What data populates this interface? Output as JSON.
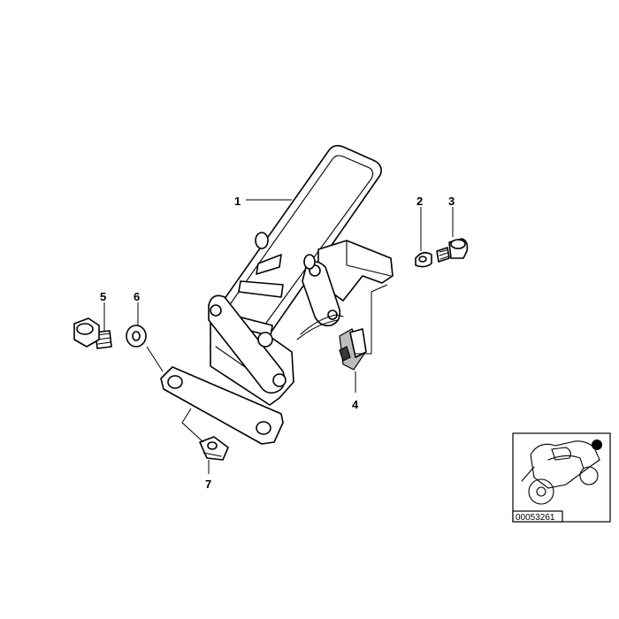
{
  "callouts": [
    {
      "id": "1",
      "label": "1"
    },
    {
      "id": "2",
      "label": "2"
    },
    {
      "id": "3",
      "label": "3"
    },
    {
      "id": "4",
      "label": "4"
    },
    {
      "id": "5",
      "label": "5"
    },
    {
      "id": "6",
      "label": "6"
    },
    {
      "id": "7",
      "label": "7"
    }
  ],
  "inset": {
    "reference_number": "00053261",
    "marker_color": "#000000"
  },
  "colors": {
    "line": "#000000",
    "background": "#ffffff"
  }
}
